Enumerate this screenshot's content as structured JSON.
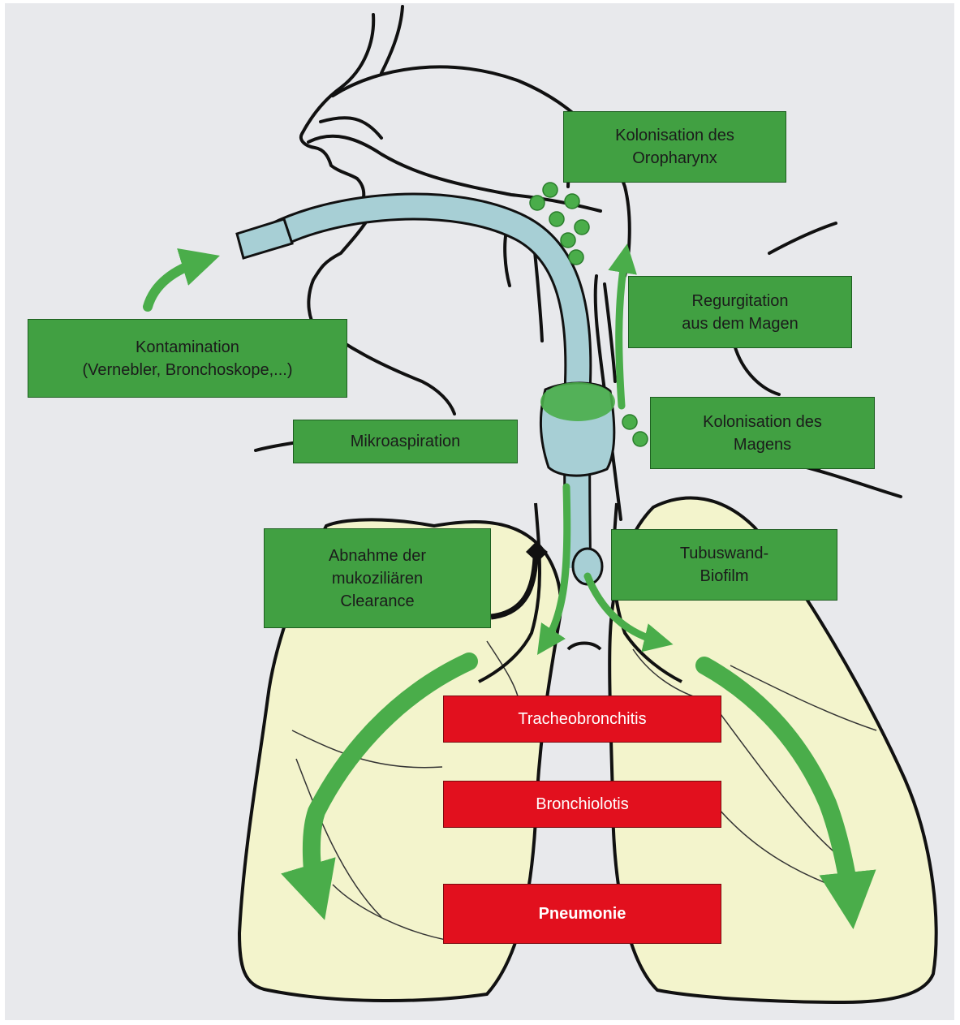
{
  "colors": {
    "background": "#e8e9ec",
    "label_box_green": "#41a042",
    "disease_box_red": "#e2101e",
    "flow_arrow_green": "#4aad4a",
    "lung_fill": "#f3f4cc",
    "tube_fill": "#a7cfd5",
    "outline": "#111111"
  },
  "labels": {
    "kolonisation_oropharynx": "Kolonisation des\nOropharynx",
    "regurgitation": "Regurgitation\naus dem Magen",
    "kontamination": "Kontamination\n(Vernebler, Bronchoskope,...)",
    "mikroaspiration": "Mikroaspiration",
    "kolonisation_magen": "Kolonisation des\nMagens",
    "abnahme_clearance": "Abnahme der\nmukoziliären\nClearance",
    "tubuswand_biofilm": "Tubuswand-\nBiofilm"
  },
  "outcomes": {
    "tracheobronchitis": "Tracheobronchitis",
    "bronchiolitis": "Bronchiolotis",
    "pneumonie": "Pneumonie"
  },
  "icons": [
    "head-outline",
    "endotracheal-tube",
    "cuff",
    "bacteria-dots",
    "lungs",
    "flow-arrow",
    "cilia-arrow"
  ]
}
